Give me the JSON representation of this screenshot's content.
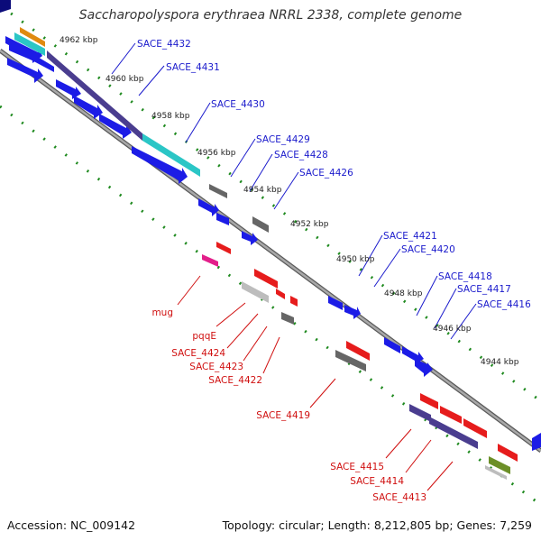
{
  "header": {
    "title": "Saccharopolyspora erythraea NRRL 2338, complete genome"
  },
  "footer": {
    "accession": "Accession: NC_009142",
    "summary": "Topology: circular; Length: 8,212,805 bp; Genes: 7,259"
  },
  "colors": {
    "forward": "#1c1ce6",
    "reverse": "#e61c1c",
    "backbone": "#909090",
    "tick": "#1f8a1f",
    "cog_purple": "#4a3d8f",
    "cog_cyan": "#2bc6c6",
    "cog_gray": "#666666",
    "cog_pink": "#e31f8a",
    "cog_lightgray": "#bdbdbd",
    "cog_orange": "#e08a10",
    "cog_olive": "#6c8f28",
    "label_top": "#1a1acc",
    "label_bottom": "#d01010"
  },
  "ticks": [
    "4962 kbp",
    "4960 kbp",
    "4958 kbp",
    "4956 kbp",
    "4954 kbp",
    "4952 kbp",
    "4950 kbp",
    "4948 kbp",
    "4946 kbp",
    "4944 kbp"
  ],
  "top_labels": [
    "SACE_4432",
    "SACE_4431",
    "SACE_4430",
    "SACE_4429",
    "SACE_4428",
    "SACE_4426",
    "SACE_4421",
    "SACE_4420",
    "SACE_4418",
    "SACE_4417",
    "SACE_4416"
  ],
  "bottom_labels": [
    "mug",
    "pqqE",
    "SACE_4424",
    "SACE_4423",
    "SACE_4422",
    "SACE_4419",
    "SACE_4415",
    "SACE_4414",
    "SACE_4413"
  ]
}
